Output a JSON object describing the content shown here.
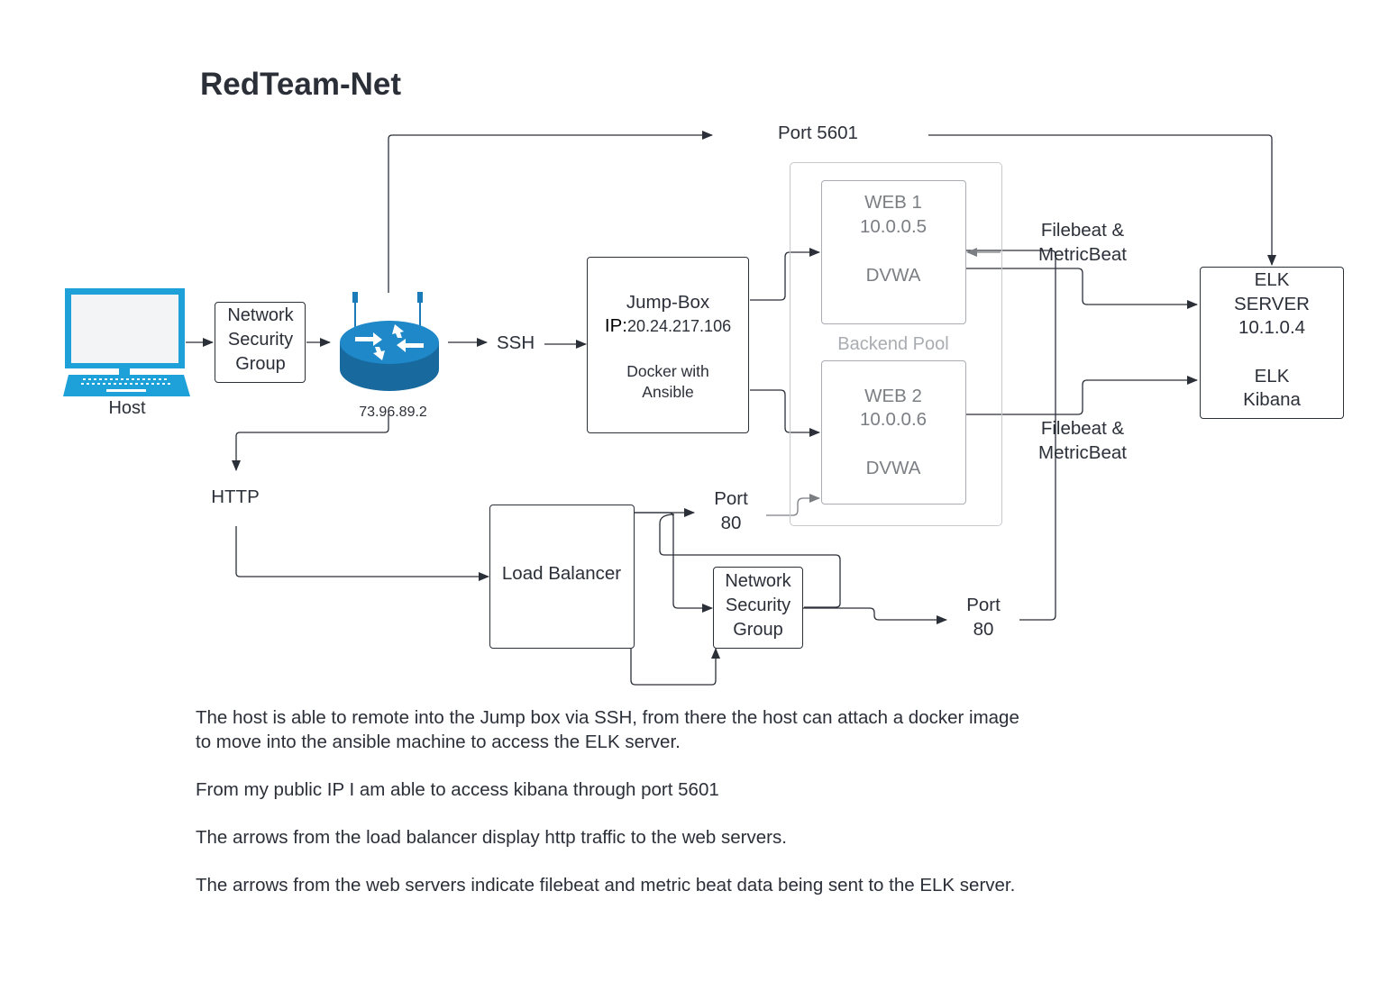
{
  "title": "RedTeam-Net",
  "host": {
    "label": "Host",
    "icon": "laptop-icon"
  },
  "nsg_top": {
    "line1": "Network",
    "line2": "Security",
    "line3": "Group"
  },
  "router": {
    "icon": "router-icon",
    "ip": "73.96.89.2"
  },
  "ssh_label": "SSH",
  "http_label": "HTTP",
  "port_5601_label": "Port 5601",
  "jumpbox": {
    "title": "Jump-Box",
    "ip_prefix": "IP:",
    "ip": "20.24.217.106",
    "line3": "Docker with",
    "line4": "Ansible"
  },
  "backend_pool_label": "Backend Pool",
  "web1": {
    "name": "WEB 1",
    "ip": "10.0.0.5",
    "app": "DVWA"
  },
  "web2": {
    "name": "WEB 2",
    "ip": "10.0.0.6",
    "app": "DVWA"
  },
  "beats_top": {
    "line1": "Filebeat &",
    "line2": "MetricBeat"
  },
  "beats_bottom": {
    "line1": "Filebeat &",
    "line2": "MetricBeat"
  },
  "elk": {
    "line1": "ELK",
    "line2": "SERVER",
    "line3": "10.1.0.4",
    "line4": "ELK",
    "line5": "Kibana"
  },
  "load_balancer": "Load Balancer",
  "port80_upper": {
    "line1": "Port",
    "line2": "80"
  },
  "port80_lower": {
    "line1": "Port",
    "line2": "80"
  },
  "nsg_bottom": {
    "line1": "Network",
    "line2": "Security",
    "line3": "Group"
  },
  "description": [
    "The host is able to remote into the Jump box via SSH, from there the host can attach a docker image",
    "to move into the ansible machine to access the ELK server.",
    "From my public IP I am able to access kibana through port 5601",
    "The arrows from the load balancer display http traffic to the web servers.",
    "The arrows from the web servers indicate filebeat and metric beat data being sent to the ELK server."
  ],
  "colors": {
    "ink": "#2b2f38",
    "gray": "#7b7e83",
    "laptop": "#1ea0d8",
    "router": "#1b7bb8"
  }
}
